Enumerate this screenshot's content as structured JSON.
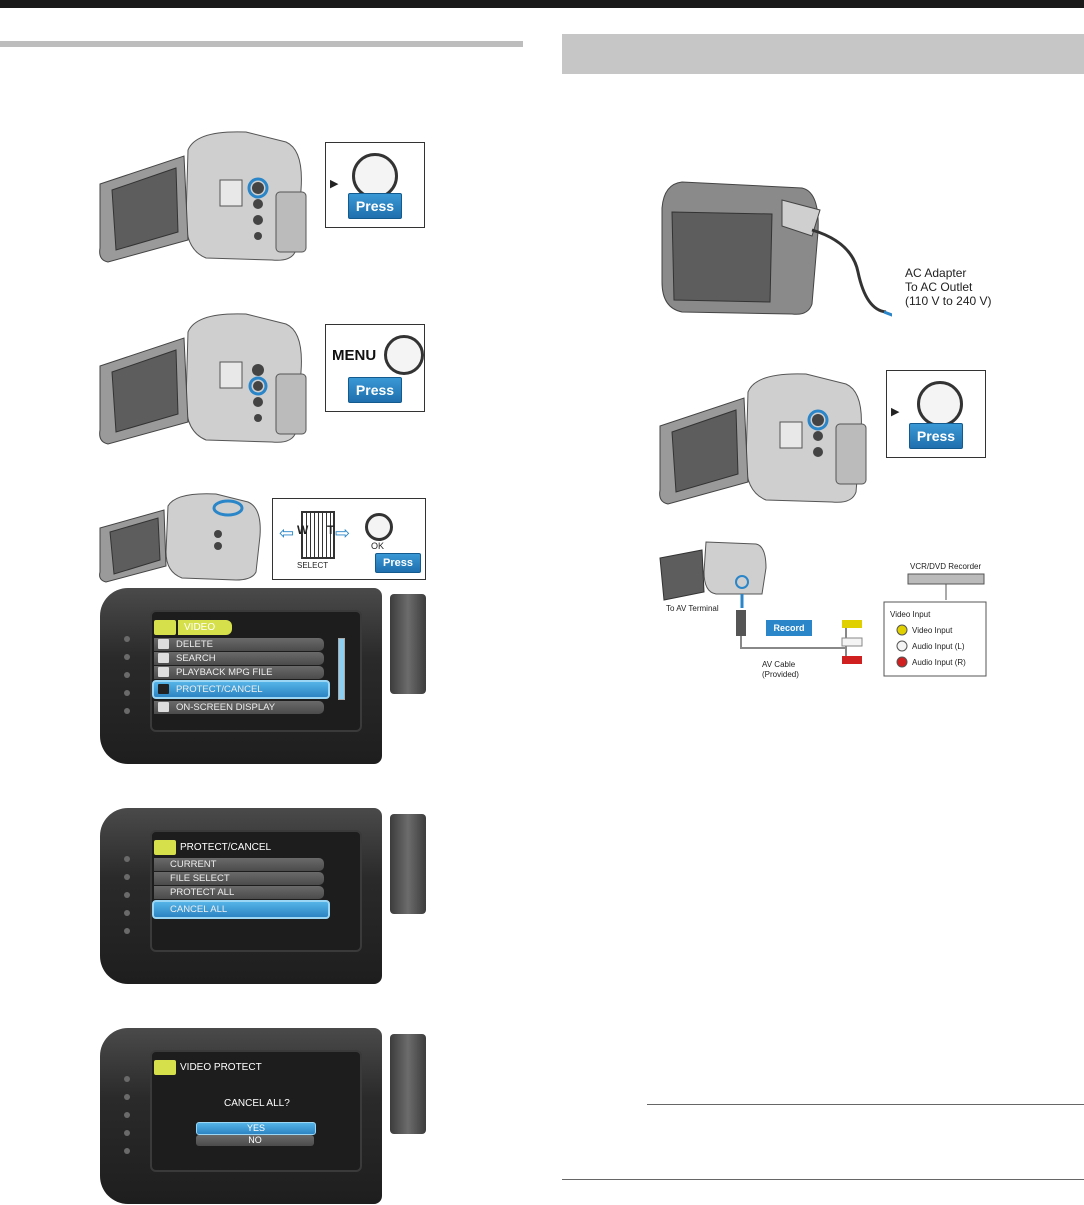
{
  "figures": {
    "play_press": "Press",
    "menu_label": "MENU",
    "menu_press": "Press",
    "zoom_w": "W",
    "zoom_t": "T",
    "zoom_select": "SELECT",
    "ok_label": "OK",
    "ok_press": "Press",
    "right_play_press": "Press"
  },
  "menu_screen": {
    "header": "VIDEO",
    "items": [
      "DELETE",
      "SEARCH",
      "PLAYBACK MPG FILE",
      "PROTECT/CANCEL",
      "ON-SCREEN DISPLAY"
    ]
  },
  "protect_screen": {
    "header": "PROTECT/CANCEL",
    "items": [
      "CURRENT",
      "FILE SELECT",
      "PROTECT ALL",
      "CANCEL ALL"
    ]
  },
  "dialog_screen": {
    "header": "VIDEO PROTECT",
    "question": "CANCEL ALL?",
    "yes": "YES",
    "no": "NO"
  },
  "adapter": {
    "line1": "AC Adapter",
    "line2": "To AC Outlet",
    "line3": "(110 V to 240 V)"
  },
  "connection": {
    "recorder": "VCR/DVD Recorder",
    "to_av": "To AV Terminal",
    "record": "Record",
    "cable1": "AV Cable",
    "cable2": "(Provided)",
    "panel_title": "Video Input",
    "inputs": [
      "Video Input",
      "Audio Input (L)",
      "Audio Input (R)"
    ]
  },
  "colors": {
    "accent": "#2a86c8",
    "menu_yellow": "#d6e04a"
  }
}
